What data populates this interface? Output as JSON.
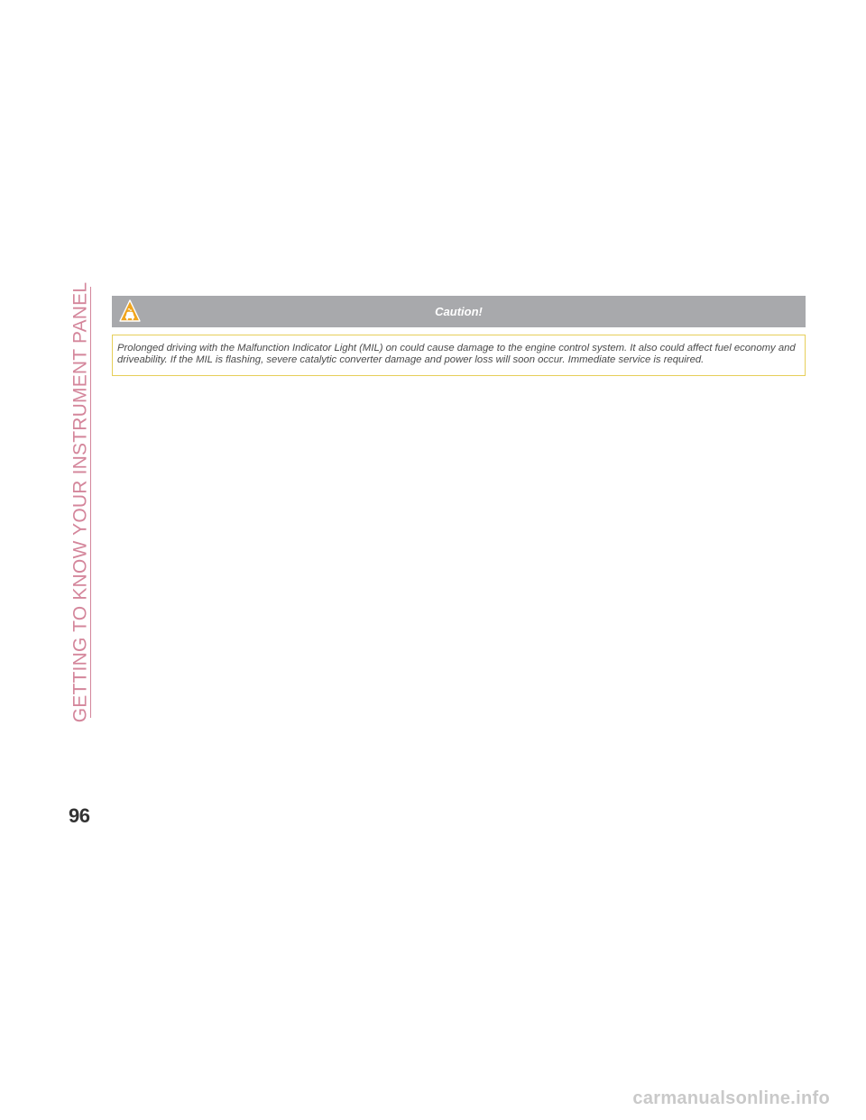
{
  "page": {
    "section_title": "GETTING TO KNOW YOUR INSTRUMENT PANEL",
    "page_number": "96"
  },
  "caution": {
    "title": "Caution!",
    "icon": "car-warning-icon",
    "body": "Prolonged driving with the Malfunction Indicator Light (MIL) on could cause damage to the engine control system. It also could affect fuel economy and driveability. If the MIL is flashing, severe catalytic converter damage and power loss will soon occur. Immediate service is required."
  },
  "watermark": "carmanualsonline.info",
  "colors": {
    "accent_pink": "#d4869b",
    "header_gray": "#a8a9ac",
    "border_yellow": "#e6cf5a",
    "icon_orange": "#f0a51e"
  }
}
